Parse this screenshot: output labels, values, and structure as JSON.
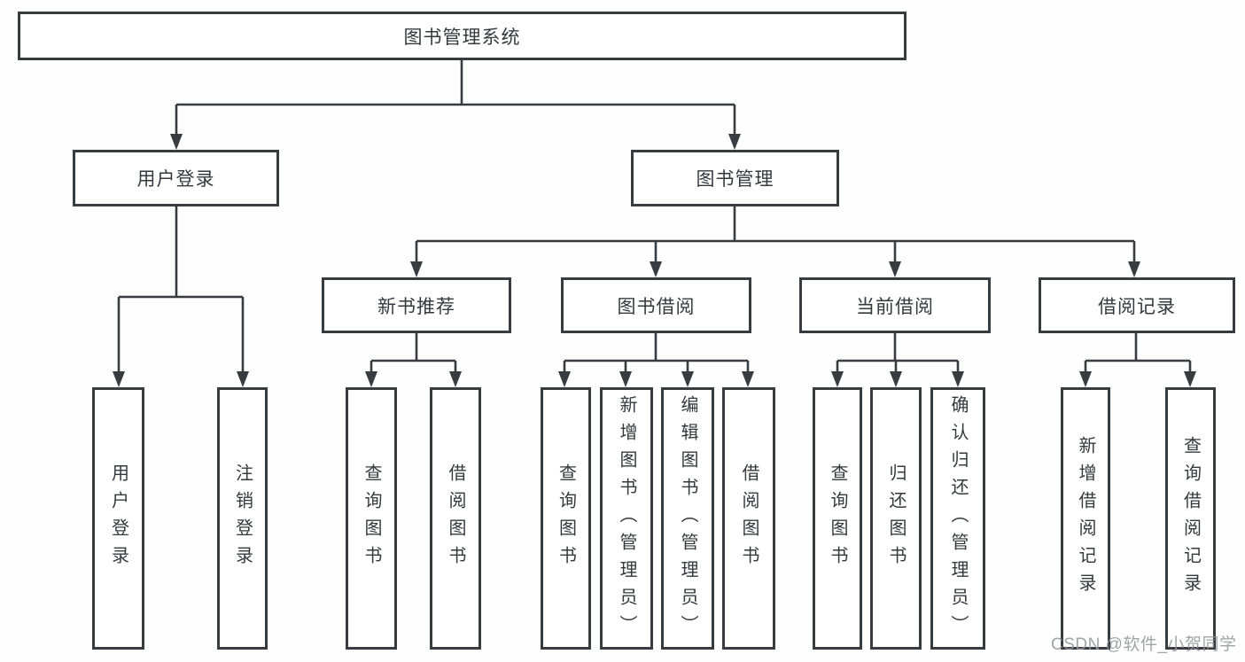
{
  "tree": {
    "root": {
      "label": "图书管理系统"
    },
    "level2": [
      {
        "label": "用户登录"
      },
      {
        "label": "图书管理"
      }
    ],
    "level3": [
      {
        "label": "新书推荐"
      },
      {
        "label": "图书借阅"
      },
      {
        "label": "当前借阅"
      },
      {
        "label": "借阅记录"
      }
    ],
    "leaves": {
      "user_login": [
        {
          "label": "用户登录"
        },
        {
          "label": "注销登录"
        }
      ],
      "new_book": [
        {
          "label": "查询图书"
        },
        {
          "label": "借阅图书"
        }
      ],
      "book_borrow": [
        {
          "label": "查询图书"
        },
        {
          "label": "新增图书（管理员）"
        },
        {
          "label": "编辑图书（管理员）"
        },
        {
          "label": "借阅图书"
        }
      ],
      "current_borrow": [
        {
          "label": "查询图书"
        },
        {
          "label": "归还图书"
        },
        {
          "label": "确认归还（管理员）"
        }
      ],
      "borrow_records": [
        {
          "label": "新增借阅记录"
        },
        {
          "label": "查询借阅记录"
        }
      ]
    }
  },
  "watermark": {
    "text": "CSDN @软件_小贺同学"
  },
  "colors": {
    "line": "#383b40",
    "box_border": "#383b40",
    "text": "#35393e",
    "background": "#ffffff",
    "watermark": "#95989c"
  }
}
